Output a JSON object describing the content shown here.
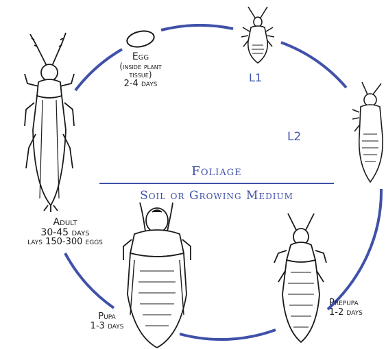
{
  "stages": {
    "egg": {
      "title": "Egg",
      "line1": "(inside plant",
      "line2": "tissue)",
      "duration": "2-4 days"
    },
    "l1": {
      "title": "L1"
    },
    "l2": {
      "title": "L2"
    },
    "adult": {
      "title": "Adult",
      "duration": "30-45 days",
      "note": "lays 150-300 eggs"
    },
    "pupa": {
      "title": "Pupa",
      "duration": "1-3 days"
    },
    "prepupa": {
      "title": "Prepupa",
      "duration": "1-2 days"
    }
  },
  "zones": {
    "upper": "Foliage",
    "lower": "Soil or Growing Medium"
  },
  "colors": {
    "cycle": "#3f51a8",
    "insect_ink": "#1a1a1a"
  }
}
